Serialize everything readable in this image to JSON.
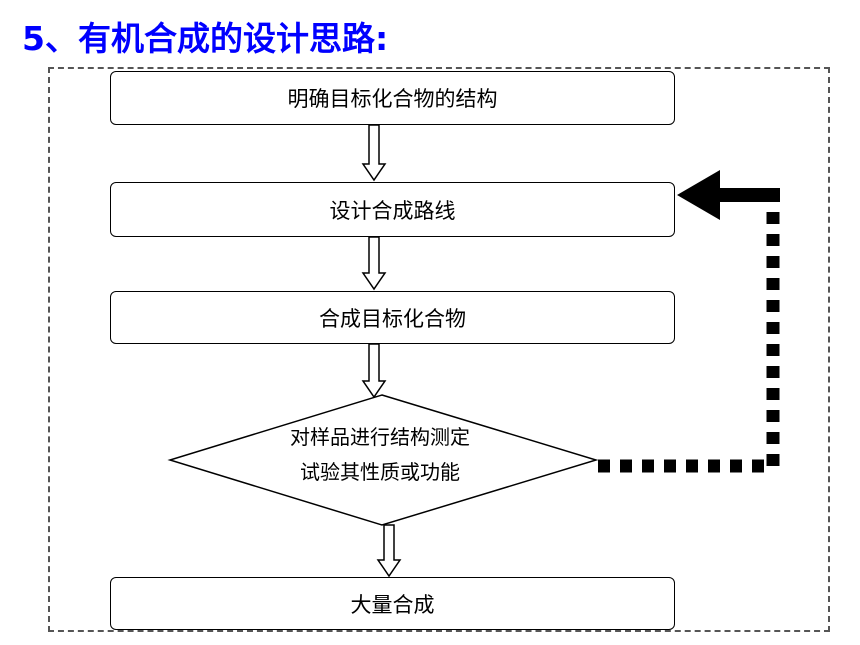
{
  "title": "5、有机合成的设计思路:",
  "steps": {
    "step1": "明确目标化合物的结构",
    "step2": "设计合成路线",
    "step3": "合成目标化合物",
    "decision_line1": "对样品进行结构测定",
    "decision_line2": "试验其性质或功能",
    "step4": "大量合成"
  },
  "colors": {
    "title": "#0000ff",
    "lines": "#000000",
    "frame": "#555555"
  }
}
